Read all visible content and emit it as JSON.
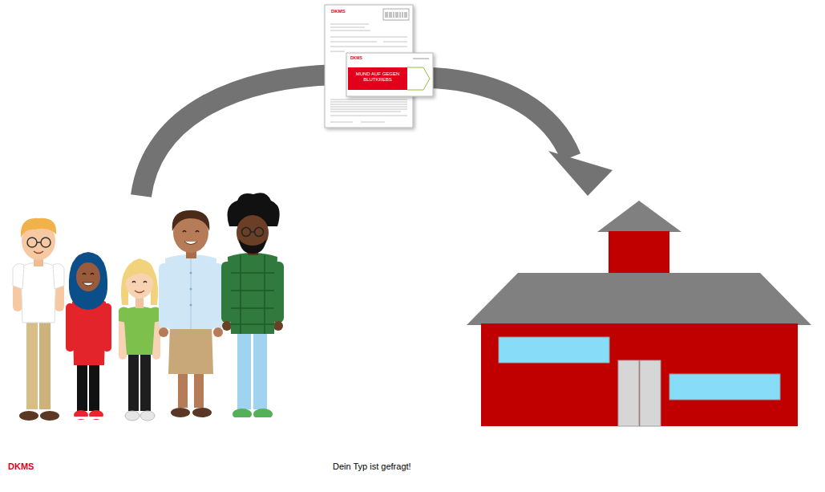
{
  "diagram": {
    "labels": [
      "DKMS",
      "DKMS",
      "MUND AUF GEGEN BLUTKREBS",
      "DKMS",
      "Dein Typ ist gefragt!"
    ]
  }
}
